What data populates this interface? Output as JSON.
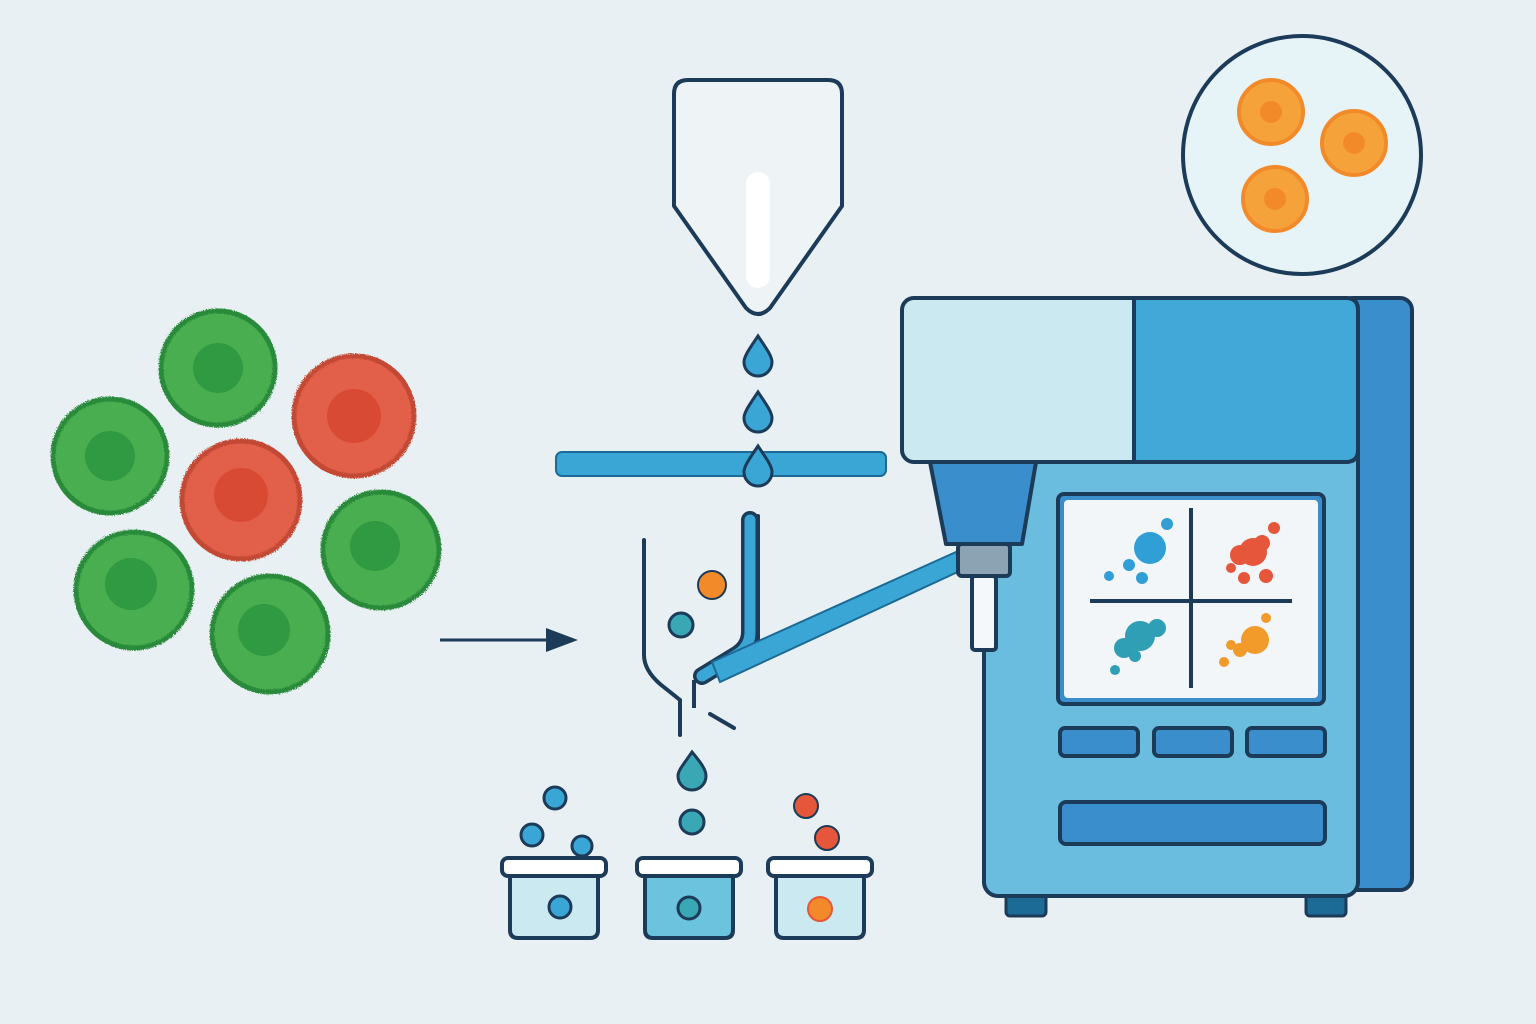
{
  "colors": {
    "background": "#e8f0f3",
    "outline": "#1c3b58",
    "cell_green_fill": "#4aae4f",
    "cell_green_edge": "#2a8a3a",
    "cell_green_nucleus": "#2f9a42",
    "cell_red_fill": "#e2604a",
    "cell_red_edge": "#c44a34",
    "cell_red_nucleus": "#d84a33",
    "machine_dark": "#3a8ecb",
    "machine_mid": "#6bbde0",
    "machine_light": "#cbe9f1",
    "accent_blue": "#3aa6d6",
    "accent_teal": "#3aa7b5",
    "accent_orange": "#f28a2a",
    "accent_red": "#e6563a"
  },
  "cell_population": [
    {
      "type": "green"
    },
    {
      "type": "green"
    },
    {
      "type": "red"
    },
    {
      "type": "red"
    },
    {
      "type": "green"
    },
    {
      "type": "green"
    },
    {
      "type": "green"
    }
  ],
  "icons": {
    "arrow": "arrow-right-icon",
    "magnifier": "magnified-cells-icon",
    "nozzle": "nozzle-icon",
    "droplet": "droplet-icon",
    "deflection_plate": "deflection-plate-icon",
    "collection_tube": "collection-tube-icon",
    "sorter": "flow-cytometer-icon",
    "scatter_plot": "quadrant-scatter-plot-icon"
  },
  "collection_tubes": [
    {
      "content": "blue"
    },
    {
      "content": "teal"
    },
    {
      "content": "orange"
    }
  ],
  "scatter_quadrants": [
    {
      "position": "top-left",
      "color": "#2f9fd6"
    },
    {
      "position": "top-right",
      "color": "#e6563a"
    },
    {
      "position": "bottom-left",
      "color": "#2f9fb5"
    },
    {
      "position": "bottom-right",
      "color": "#f29a2a"
    }
  ],
  "sorter_buttons": 3
}
